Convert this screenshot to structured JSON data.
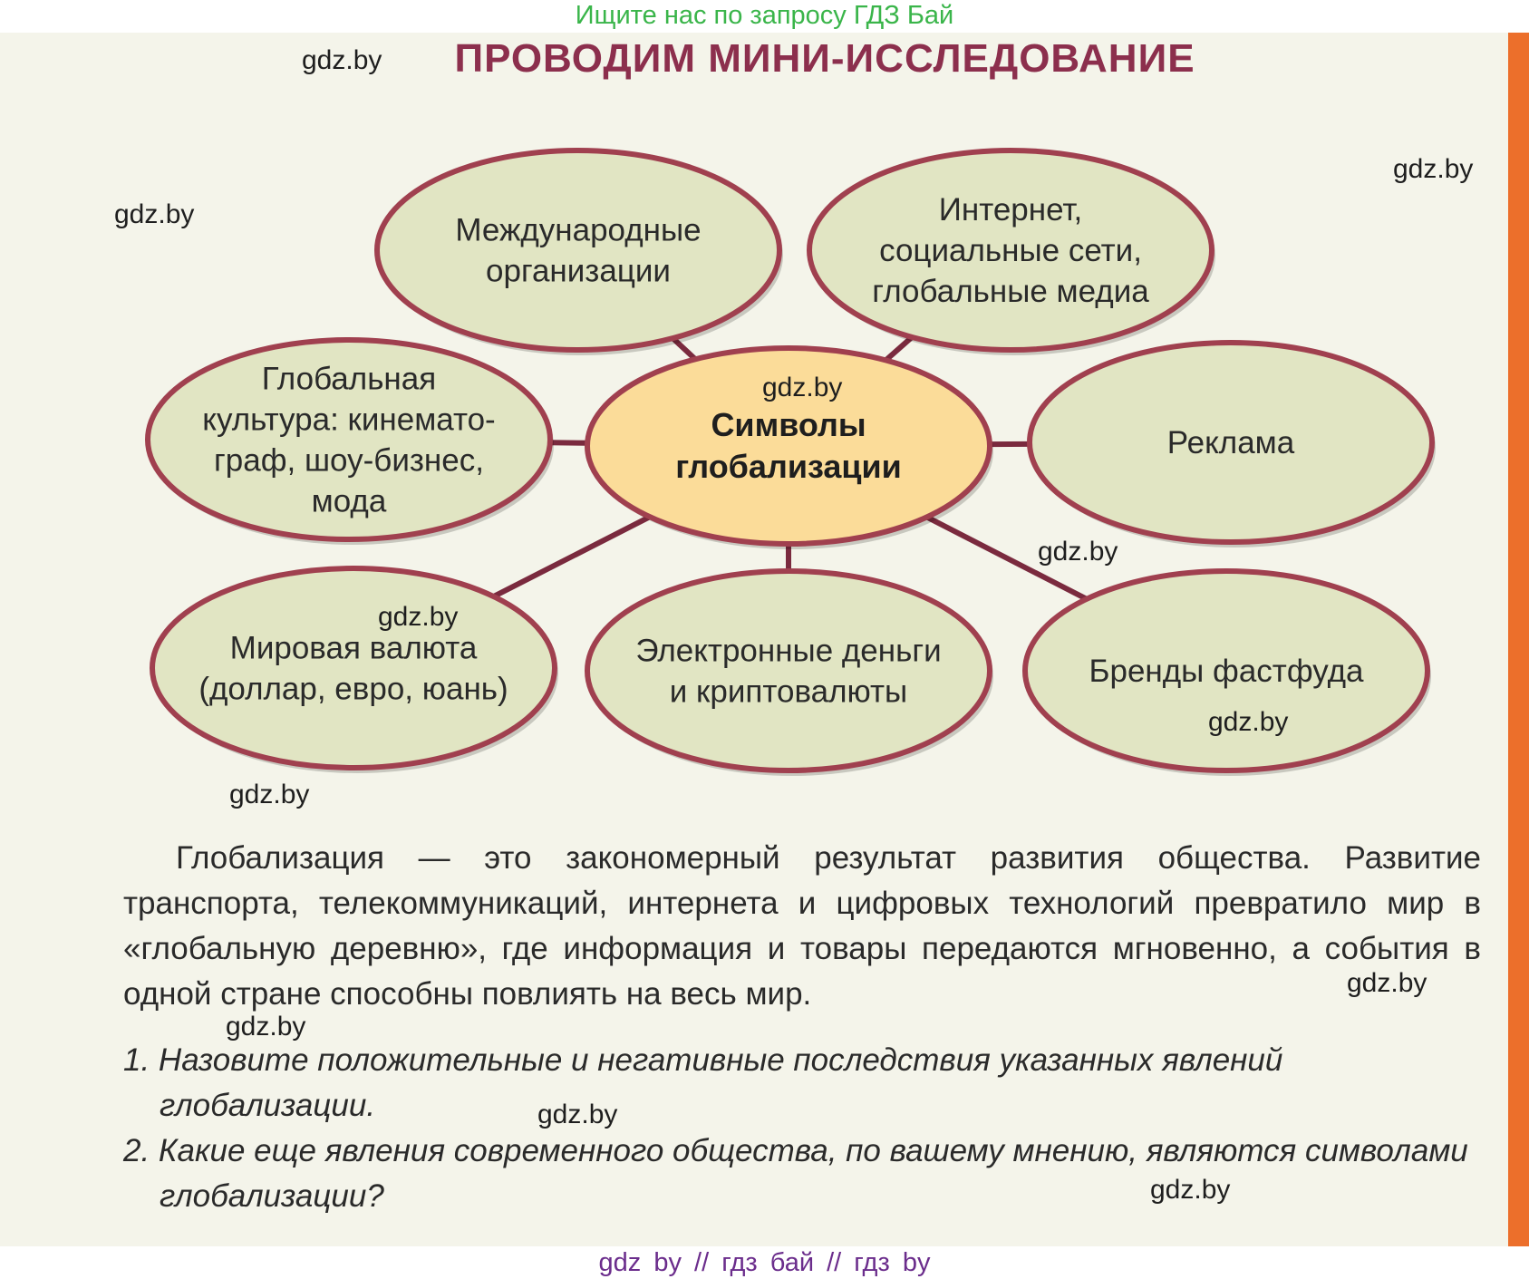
{
  "top_banner": "Ищите нас по запросу ГДЗ Бай",
  "title": "ПРОВОДИМ МИНИ-ИССЛЕДОВАНИЕ",
  "diagram": {
    "center": [
      "Символы",
      "глобализации"
    ],
    "nodes": [
      {
        "id": "intl-orgs",
        "lines": [
          "Международные",
          "организации"
        ]
      },
      {
        "id": "internet",
        "lines": [
          "Интернет,",
          "социальные сети,",
          "глобальные медиа"
        ]
      },
      {
        "id": "global-culture",
        "lines": [
          "Глобальная",
          "культура: кинемато-",
          "граф, шоу-бизнес,",
          "мода"
        ]
      },
      {
        "id": "advertising",
        "lines": [
          "Реклама"
        ]
      },
      {
        "id": "world-currency",
        "lines": [
          "Мировая валюта",
          "(доллар, евро, юань)"
        ]
      },
      {
        "id": "e-money",
        "lines": [
          "Электронные деньги",
          "и криптовалюты"
        ]
      },
      {
        "id": "fastfood",
        "lines": [
          "Бренды фастфуда"
        ]
      }
    ],
    "colors": {
      "node_fill": "#e1e5c3",
      "center_fill": "#fbdc99",
      "border": "#a0404f",
      "connector": "#7a2a3e"
    }
  },
  "paragraph": "Глобализация — это закономерный результат развития общества. Развитие транспорта, телекоммуникаций, интернета и цифровых технологий превратило мир в «глобальную деревню», где информация и товары передаются мгновенно, а события в одной стране способны повлиять на весь мир.",
  "questions": [
    "1. Назовите положительные и негативные последствия указанных явлений глобализации.",
    "2. Какие еще явления современного общества, по вашему мнению, являются символами глобализации?"
  ],
  "watermark": "gdz.by",
  "bottom_banner": "gdz by // гдз бай // гдз by"
}
